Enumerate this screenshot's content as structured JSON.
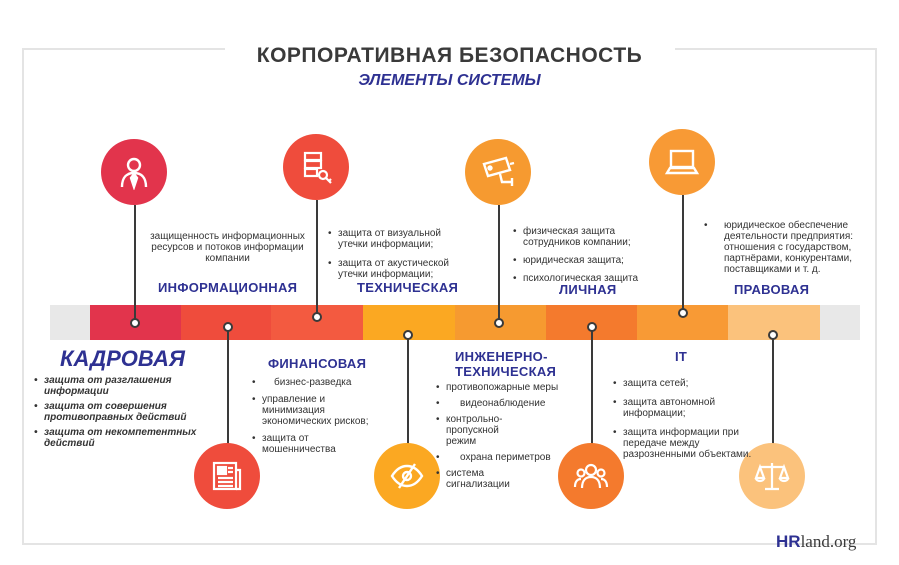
{
  "title": "КОРПОРАТИВНАЯ БЕЗОПАСНОСТЬ",
  "subtitle": "ЭЛЕМЕНТЫ СИСТЕМЫ",
  "colors": {
    "bar": [
      "#e8e8e8",
      "#e2344c",
      "#ef4c3c",
      "#f35a40",
      "#fba822",
      "#f69a30",
      "#f47a2d",
      "#f89a35",
      "#fbc27c",
      "#e8e8e8"
    ],
    "accent": "#2e3192"
  },
  "categories": {
    "kadrovaya": {
      "label": "КАДРОВАЯ",
      "icon": "person-icon",
      "items": [
        "защита от разглашения информации",
        "защита от совершения противоправных действий",
        "защита от некомпетентных действий"
      ]
    },
    "informacionnaya": {
      "label": "ИНФОРМАЦИОННАЯ",
      "icon": "newspaper-icon",
      "text": "защищенность информационных ресурсов и потоков информации компании"
    },
    "finansovaya": {
      "label": "ФИНАНСОВАЯ",
      "icon": "server-key-icon",
      "items": [
        "бизнес-разведка",
        "управление и минимизация экономических рисков;",
        "защита от мошенничества"
      ]
    },
    "tehnicheskaya": {
      "label": "ТЕХНИЧЕСКАЯ",
      "icon": "eye-crossed-icon",
      "items": [
        "защита от визуальной утечки информации;",
        "защита от акустической утечки информации;"
      ]
    },
    "inzhenerno": {
      "label_line1": "ИНЖЕНЕРНО-",
      "label_line2": "ТЕХНИЧЕСКАЯ",
      "icon": "camera-icon",
      "items": [
        "противопожарные меры",
        "видеонаблюдение",
        "контрольно-пропускной режим",
        "охрана периметров",
        "система сигнализации"
      ]
    },
    "lichnaya": {
      "label": "ЛИЧНАЯ",
      "icon": "people-icon",
      "items": [
        "физическая защита сотрудников компании;",
        "юридическая защита;",
        "психологическая защита"
      ]
    },
    "it": {
      "label": "IT",
      "icon": "laptop-icon",
      "items": [
        "защита сетей;",
        "защита автономной информации;",
        "защита информации при передаче между разрозненными объектами."
      ]
    },
    "pravovaya": {
      "label": "ПРАВОВАЯ",
      "icon": "scales-icon",
      "items": [
        "юридическое обеспечение деятельности предприятия: отношения с государством, партнёрами, конкурентами, поставщиками и т. д."
      ]
    }
  },
  "logo": {
    "hr": "HR",
    "rest": "land.org"
  }
}
